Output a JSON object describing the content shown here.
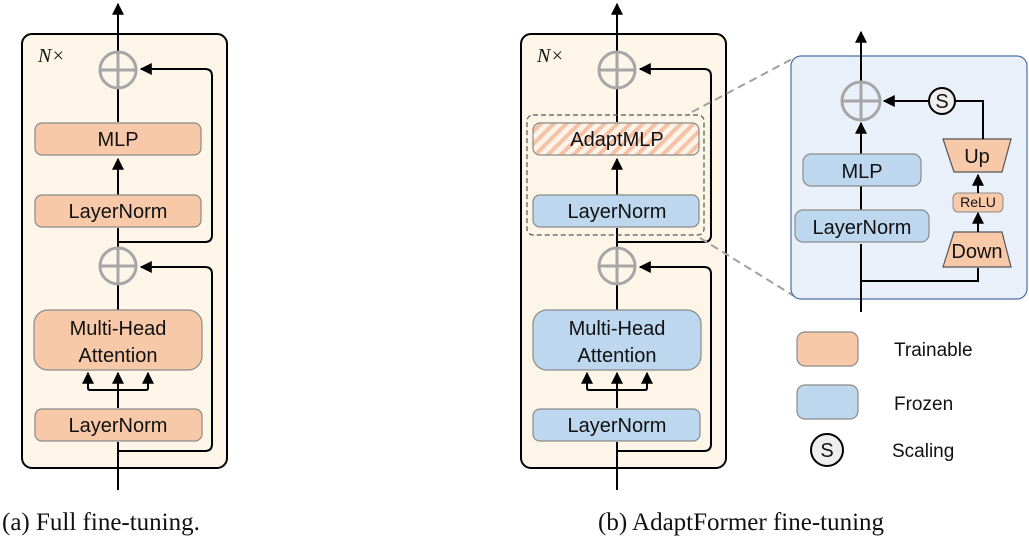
{
  "colors": {
    "trainable": "#f7c9a8",
    "frozen": "#bcd7ee",
    "block_bg": "#fdf6e8",
    "zoom_bg": "#eaf0fa",
    "plus": "#a6a6a6",
    "box_stroke": "#8a8a8a"
  },
  "panel_a": {
    "repeat_label": "N×",
    "blocks": {
      "mlp": "MLP",
      "layernorm_top": "LayerNorm",
      "mhsa_line1": "Multi-Head",
      "mhsa_line2": "Attention",
      "layernorm_bottom": "LayerNorm"
    },
    "caption": "(a) Full fine-tuning."
  },
  "panel_b": {
    "repeat_label": "N×",
    "blocks": {
      "adaptmlp": "AdaptMLP",
      "layernorm_top": "LayerNorm",
      "mhsa_line1": "Multi-Head",
      "mhsa_line2": "Attention",
      "layernorm_bottom": "LayerNorm"
    },
    "caption": "(b) AdaptFormer fine-tuning"
  },
  "zoom_detail": {
    "mlp": "MLP",
    "layernorm": "LayerNorm",
    "up": "Up",
    "relu": "ReLU",
    "down": "Down",
    "scaling_symbol": "S"
  },
  "legend": {
    "items": [
      {
        "type": "trainable",
        "label": "Trainable"
      },
      {
        "type": "frozen",
        "label": "Frozen"
      },
      {
        "type": "scaling",
        "symbol": "S",
        "label": "Scaling"
      }
    ]
  }
}
